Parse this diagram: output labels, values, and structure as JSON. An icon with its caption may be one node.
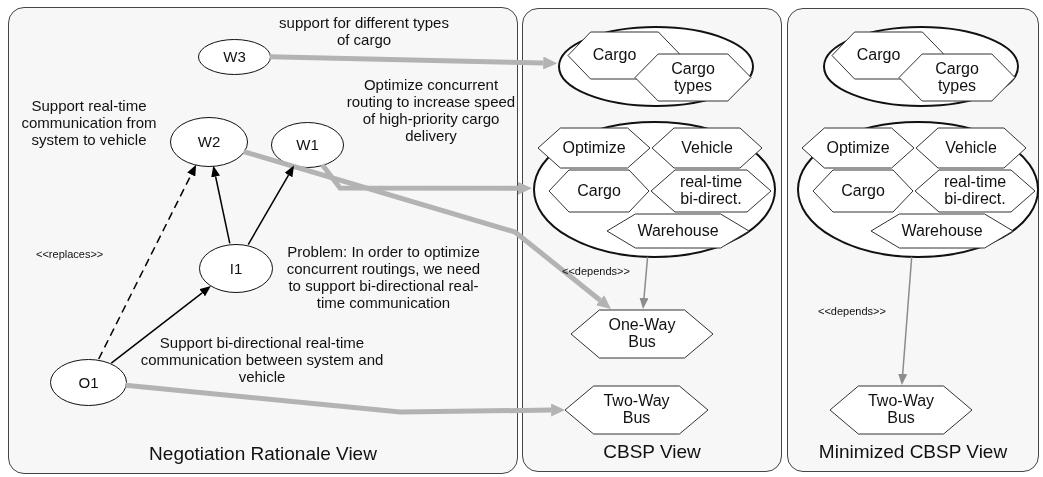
{
  "diagram": {
    "nodes": [
      {
        "text": [
          "Negotiation Rationale View"
        ]
      },
      {
        "text": [
          "W3"
        ],
        "in": 0,
        "beside": [
          "support for different types of cargo"
        ]
      },
      {
        "text": [
          "W2"
        ],
        "in": 0,
        "beside": [
          "Support real-time communication from system to vehicle"
        ]
      },
      {
        "text": [
          "W1"
        ],
        "in": 0,
        "beside": [
          "Optimize concurrent routing to increase speed of high-priority cargo delivery"
        ]
      },
      {
        "text": [
          "I1"
        ],
        "in": 0,
        "beside": [
          "Problem: In order to optimize concurrent routings, we need to support bi-directional real-time communication"
        ]
      },
      {
        "text": [
          "O1"
        ],
        "in": 0,
        "beside": [
          "Support bi-directional real-time communication between system and vehicle"
        ]
      },
      {
        "text": [
          "CBSP View"
        ]
      },
      {
        "text": [],
        "shape": "ellipse",
        "in": 6
      },
      {
        "text": [
          "Cargo"
        ],
        "in": 7
      },
      {
        "text": [
          "Cargo types"
        ],
        "in": 7
      },
      {
        "text": [],
        "shape": "ellipse",
        "in": 6
      },
      {
        "text": [
          "Optimize"
        ],
        "in": 10
      },
      {
        "text": [
          "Vehicle"
        ],
        "in": 10
      },
      {
        "text": [
          "Cargo"
        ],
        "in": 10
      },
      {
        "text": [
          "real-time bi-direct."
        ],
        "in": 10
      },
      {
        "text": [
          "Warehouse"
        ],
        "in": 10
      },
      {
        "text": [
          "One-Way Bus"
        ],
        "in": 6
      },
      {
        "text": [
          "Two-Way Bus"
        ],
        "in": 6
      },
      {
        "text": [
          "Minimized CBSP View"
        ]
      },
      {
        "text": [],
        "shape": "ellipse",
        "in": 18
      },
      {
        "text": [
          "Cargo"
        ],
        "in": 19
      },
      {
        "text": [
          "Cargo types"
        ],
        "in": 19
      },
      {
        "text": [],
        "shape": "ellipse",
        "in": 18
      },
      {
        "text": [
          "Optimize"
        ],
        "in": 22
      },
      {
        "text": [
          "Vehicle"
        ],
        "in": 22
      },
      {
        "text": [
          "Cargo"
        ],
        "in": 22
      },
      {
        "text": [
          "real-time bi-direct."
        ],
        "in": 22
      },
      {
        "text": [
          "Warehouse"
        ],
        "in": 22
      },
      {
        "text": [
          "Two-Way Bus"
        ],
        "in": 18
      }
    ],
    "edges": [
      {
        "from": 1,
        "to": 7,
        "arrow": "to",
        "style": "thick",
        "color": "#b3b3b3"
      },
      {
        "from": 3,
        "to": 10,
        "arrow": "to",
        "style": "thick",
        "color": "#b3b3b3"
      },
      {
        "from": 2,
        "to": 16,
        "arrow": "to",
        "style": "thick",
        "color": "#b3b3b3"
      },
      {
        "from": 5,
        "to": 17,
        "arrow": "to",
        "style": "thick",
        "color": "#b3b3b3"
      },
      {
        "from": 5,
        "to": 2,
        "arrow": "to",
        "style": "dashed",
        "color": "#000000",
        "label": "<<replaces>>"
      },
      {
        "from": 5,
        "to": 4,
        "arrow": "to",
        "color": "#000000"
      },
      {
        "from": 4,
        "to": 2,
        "arrow": "to",
        "color": "#000000"
      },
      {
        "from": 4,
        "to": 3,
        "arrow": "to",
        "color": "#000000"
      },
      {
        "from": 10,
        "to": 16,
        "arrow": "to",
        "color": "#8c8c8c",
        "label": "<<depends>>"
      },
      {
        "from": 22,
        "to": 28,
        "arrow": "to",
        "color": "#8c8c8c",
        "label": "<<depends>>"
      }
    ]
  }
}
